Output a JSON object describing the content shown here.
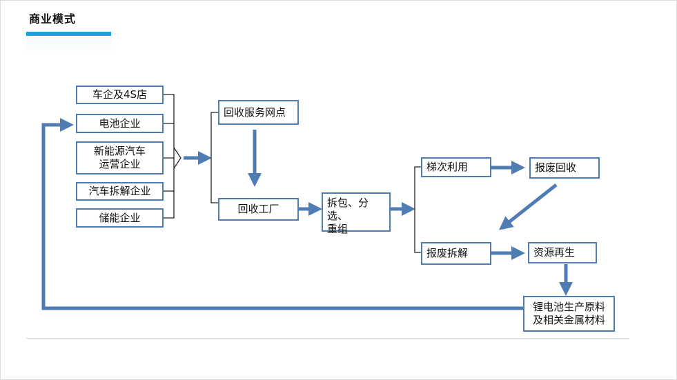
{
  "header": {
    "title": "商业模式"
  },
  "sources": [
    "车企及4S店",
    "电池企业",
    "新能源汽车\n运营企业",
    "汽车拆解企业",
    "储能企业"
  ],
  "nodes": {
    "recycling_outlet": "回收服务网点",
    "recycling_plant": "回收工厂",
    "dismantle_sort": "拆包、分选、\n重组",
    "cascade_use": "梯次利用",
    "scrap_recycle": "报废回收",
    "scrap_dismantle": "报废拆解",
    "resource_regen": "资源再生",
    "raw_materials": "锂电池生产原料\n及相关金属材料"
  },
  "colors": {
    "accent": "#1aa3e0",
    "arrow": "#4f7db3",
    "box_border": "#4f7db3",
    "bracket": "#222222"
  }
}
